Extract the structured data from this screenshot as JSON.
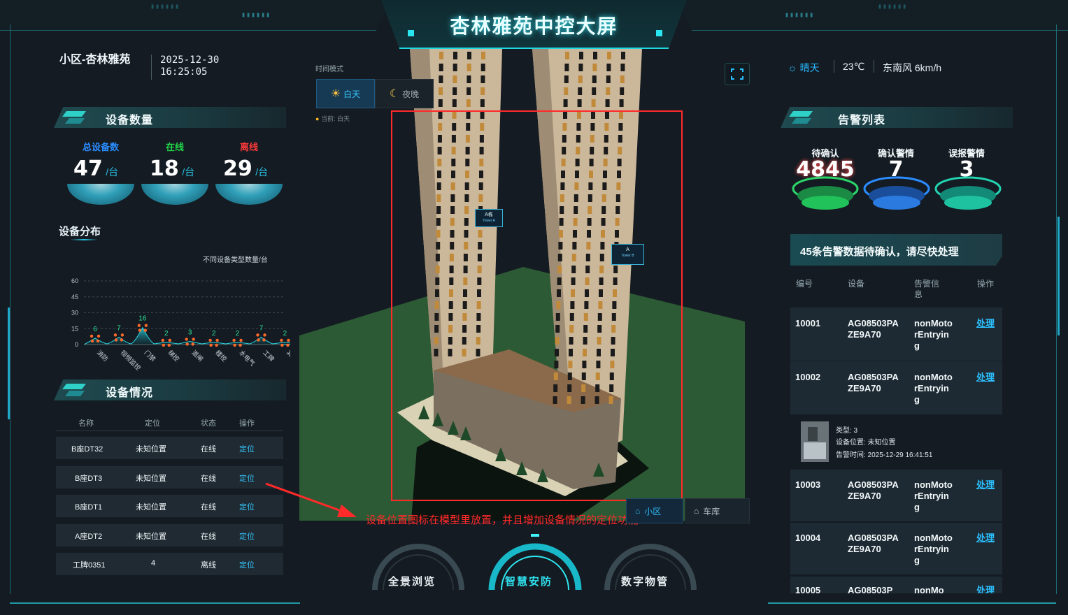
{
  "header": {
    "title": "杏林雅苑中控大屏"
  },
  "top_left": {
    "community": "小区-杏林雅苑",
    "date": "2025-12-30",
    "time": "16:25:05"
  },
  "device_count": {
    "heading": "设备数量",
    "items": [
      {
        "label": "总设备数",
        "value": "47",
        "unit": "/台",
        "color": "#2a8cff"
      },
      {
        "label": "在线",
        "value": "18",
        "unit": "/台",
        "color": "#22d64a"
      },
      {
        "label": "离线",
        "value": "29",
        "unit": "/台",
        "color": "#ff3a3a"
      }
    ]
  },
  "device_distribution": {
    "heading": "设备分布",
    "subtitle": "不同设备类型数量/台"
  },
  "chart_data": {
    "type": "area",
    "title": "",
    "xlabel": "",
    "ylabel": "不同设备类型数量/台",
    "ylim": [
      0,
      60
    ],
    "yticks": [
      "0",
      "15",
      "30",
      "45",
      "60"
    ],
    "categories": [
      "消防",
      "视频监控",
      "门禁",
      "梯控",
      "道闸",
      "楼控",
      "水电气",
      "工牌",
      "其他"
    ],
    "values": [
      6,
      7,
      16,
      2,
      3,
      2,
      2,
      7,
      2
    ],
    "grid": true,
    "color": "#2ad3e0",
    "marker_color": "#ff6a2a"
  },
  "device_status": {
    "heading": "设备情况",
    "columns": [
      "名称",
      "定位",
      "状态",
      "操作"
    ],
    "rows": [
      {
        "name": "B座DT32",
        "location": "未知位置",
        "status": "在线",
        "action": "定位"
      },
      {
        "name": "B座DT3",
        "location": "未知位置",
        "status": "在线",
        "action": "定位"
      },
      {
        "name": "B座DT1",
        "location": "未知位置",
        "status": "在线",
        "action": "定位"
      },
      {
        "name": "A座DT2",
        "location": "未知位置",
        "status": "在线",
        "action": "定位"
      },
      {
        "name": "工牌0351",
        "location": "4",
        "status": "离线",
        "action": "定位"
      }
    ]
  },
  "center": {
    "time_mode_label": "时间模式",
    "day_label": "白天",
    "night_label": "夜晚",
    "current_mode": "当前: 白天",
    "tower_a_tag": "A栋",
    "tower_a_sub": "Tower A",
    "tower_b_tag": "A",
    "tower_b_sub": "Tower B",
    "annotation": "设备位置图标在模型里放置，并且增加设备情况的定位功能",
    "zone_tabs": [
      "小区",
      "车库"
    ],
    "nav": [
      "全景浏览",
      "智慧安防",
      "数字物管"
    ],
    "nav_active": "智慧安防"
  },
  "weather": {
    "condition": "晴天",
    "temperature": "23℃",
    "wind": "东南风 6km/h"
  },
  "alarms": {
    "heading": "告警列表",
    "stats": [
      {
        "label": "待确认",
        "value": "4845",
        "color": "#2bd56a"
      },
      {
        "label": "确认警情",
        "value": "7",
        "color": "#2b8cff"
      },
      {
        "label": "误报警情",
        "value": "3",
        "color": "#22d2b0"
      }
    ],
    "banner": "45条告警数据待确认，请尽快处理",
    "columns": [
      "编号",
      "设备",
      "告警信息",
      "操作"
    ],
    "rows": [
      {
        "id": "10001",
        "device": "AG08503PAZE9A70",
        "info": "nonMotorEntrying",
        "action": "处理"
      },
      {
        "id": "10002",
        "device": "AG08503PAZE9A70",
        "info": "nonMotorEntrying",
        "action": "处理"
      },
      {
        "id": "10003",
        "device": "AG08503PAZE9A70",
        "info": "nonMotorEntrying",
        "action": "处理"
      },
      {
        "id": "10004",
        "device": "AG08503PAZE9A70",
        "info": "nonMotorEntrying",
        "action": "处理"
      },
      {
        "id": "10005",
        "device": "AG08503P",
        "info": "nonMo",
        "action": "处理"
      }
    ],
    "detail": {
      "type": "类型: 3",
      "location": "设备位置: 未知位置",
      "time": "告警时间: 2025-12-29 16:41:51"
    }
  }
}
